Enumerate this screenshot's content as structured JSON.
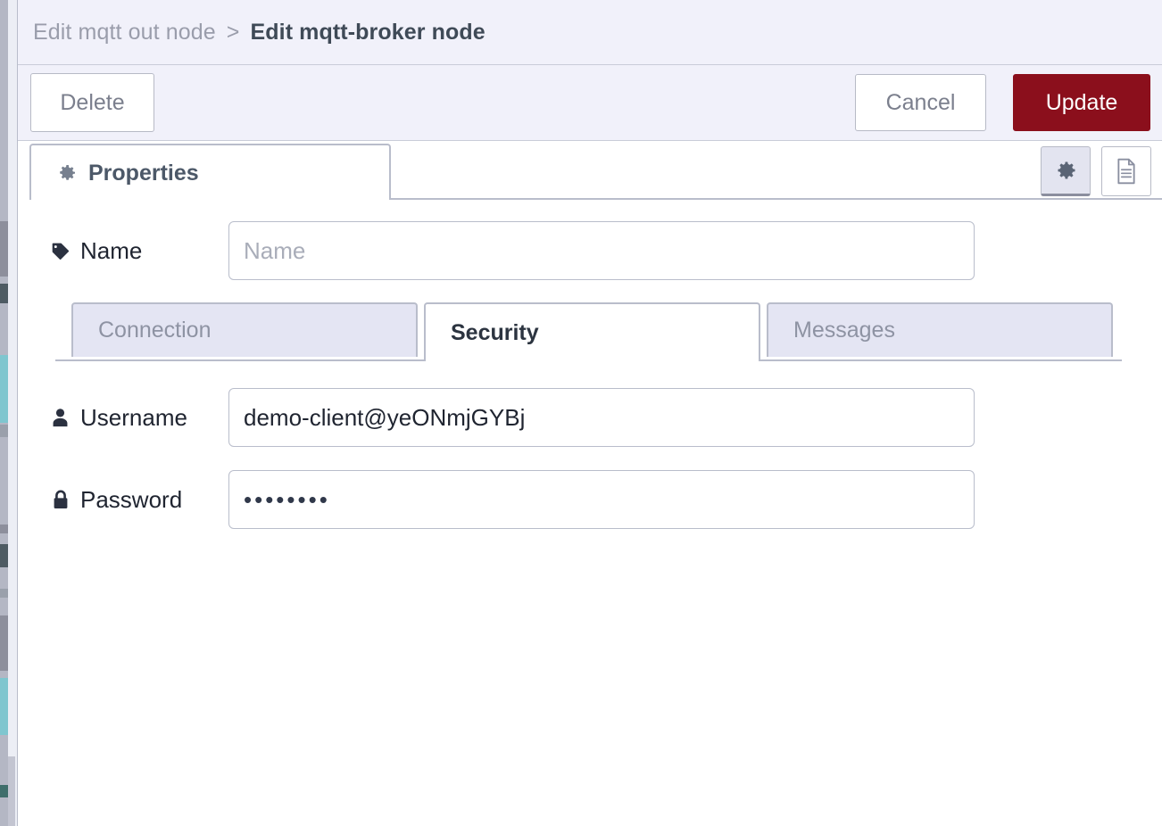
{
  "window": {
    "breadcrumb": {
      "parent": "Edit mqtt out node",
      "separator": ">",
      "current": "Edit mqtt-broker node"
    }
  },
  "toolbar": {
    "delete_label": "Delete",
    "cancel_label": "Cancel",
    "update_label": "Update",
    "update_color": "#8b0f1c"
  },
  "tabs": {
    "main": [
      {
        "label": "Properties",
        "icon": "gear-icon",
        "active": true
      }
    ],
    "tools": [
      {
        "icon": "gear-icon",
        "active": true
      },
      {
        "icon": "document-icon",
        "active": false
      }
    ]
  },
  "form": {
    "name": {
      "icon": "tag-icon",
      "label": "Name",
      "value": "",
      "placeholder": "Name"
    },
    "username": {
      "icon": "user-icon",
      "label": "Username",
      "value": "demo-client@yeONmjGYBj",
      "placeholder": ""
    },
    "password": {
      "icon": "lock-icon",
      "label": "Password",
      "value": "••••••••",
      "placeholder": ""
    }
  },
  "subtabs": [
    {
      "label": "Connection",
      "active": false
    },
    {
      "label": "Security",
      "active": true
    },
    {
      "label": "Messages",
      "active": false
    }
  ]
}
